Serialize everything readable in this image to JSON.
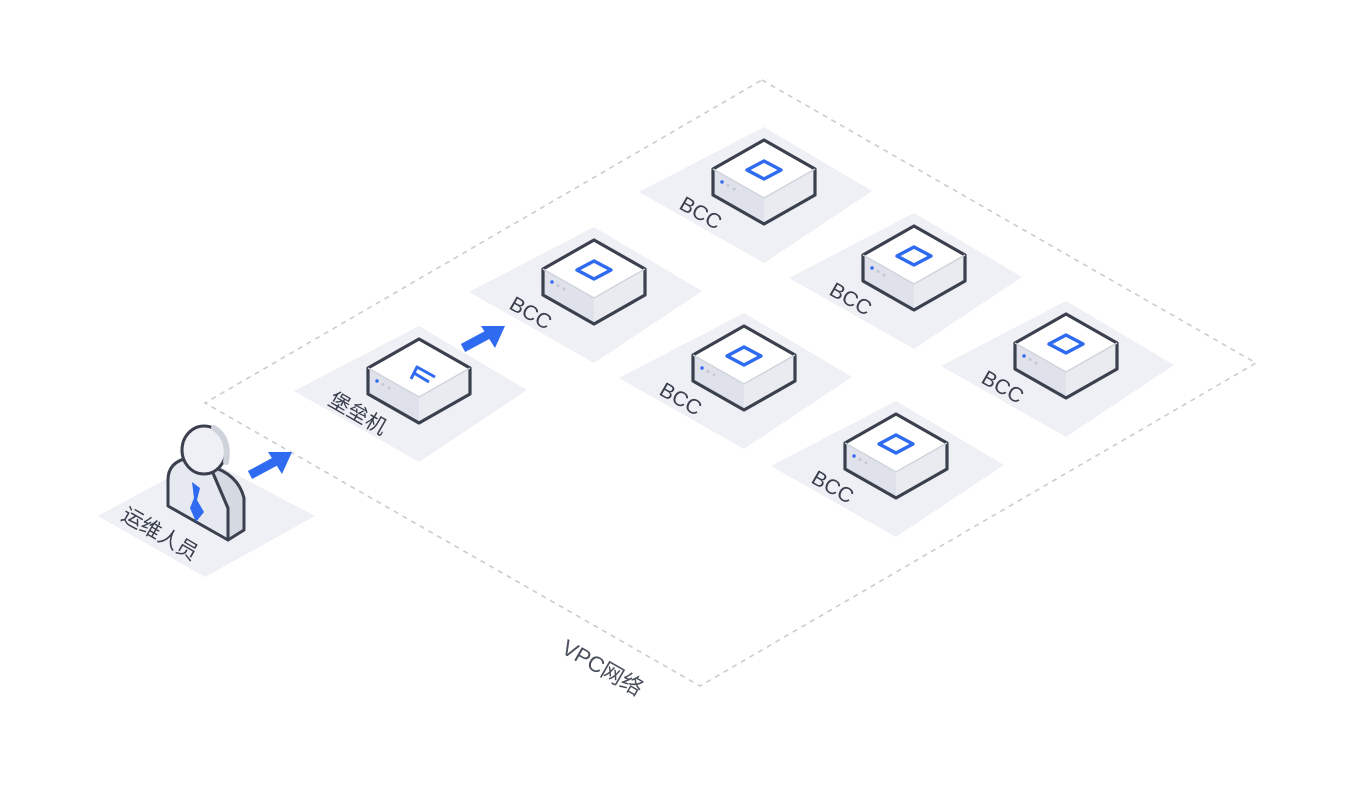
{
  "network": {
    "label": "VPC网络"
  },
  "operator": {
    "label": "运维人员",
    "icon": "user-icon"
  },
  "bastion": {
    "label": "堡垒机",
    "icon": "bastion-server-icon"
  },
  "servers": [
    {
      "label": "BCC"
    },
    {
      "label": "BCC"
    },
    {
      "label": "BCC"
    },
    {
      "label": "BCC"
    },
    {
      "label": "BCC"
    },
    {
      "label": "BCC"
    }
  ],
  "colors": {
    "accent": "#2f6bf0",
    "stroke": "#3b404e",
    "tile": "#eef0f5",
    "box_top": "#ffffff",
    "box_left": "#dfe2ea",
    "box_right": "#e9ebf1",
    "border": "#c9ccd3"
  }
}
